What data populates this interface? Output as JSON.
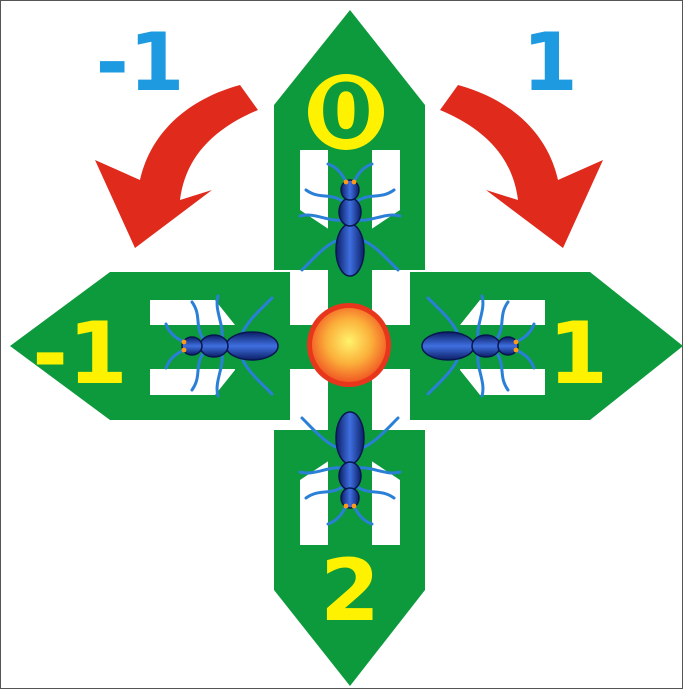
{
  "labels": {
    "top_left_rotation": "-1",
    "top_right_rotation": "1",
    "top_direction": "0",
    "left_direction": "-1",
    "right_direction": "1",
    "bottom_direction": "2"
  },
  "icons": {
    "arrows": [
      "arrow-up-icon",
      "arrow-left-icon",
      "arrow-right-icon",
      "arrow-down-icon"
    ],
    "rotation_arrows": [
      "curved-arrow-counterclockwise-icon",
      "curved-arrow-clockwise-icon"
    ],
    "center": "orange-circle-icon",
    "creatures": [
      "beetle-icon"
    ]
  },
  "colors": {
    "arrow_green": "#0c9a3c",
    "label_yellow": "#fff200",
    "rotation_blue": "#1e9ae0",
    "rotation_red": "#e02a1c",
    "beetle_blue": "#1a3ea8",
    "center_orange": "#f7941d"
  }
}
